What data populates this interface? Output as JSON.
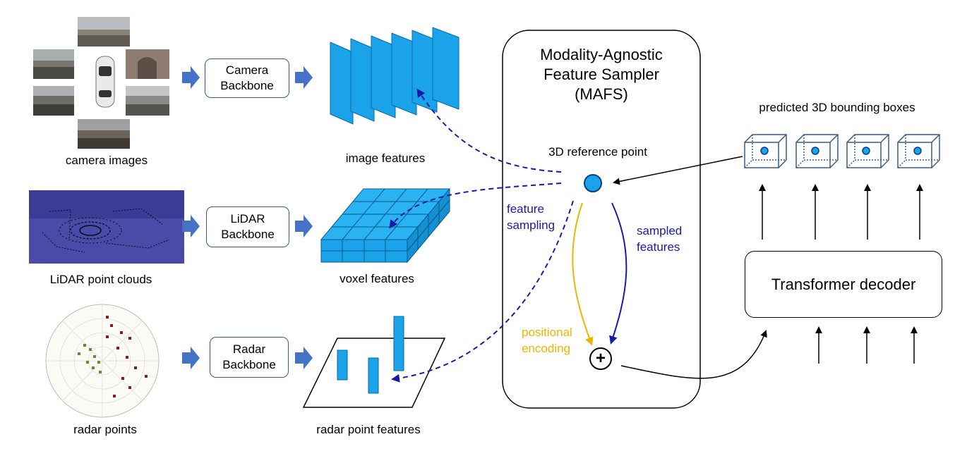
{
  "inputs": {
    "camera_label": "camera images",
    "lidar_label": "LiDAR point clouds",
    "radar_label": "radar points"
  },
  "backbones": {
    "camera": [
      "Camera",
      "Backbone"
    ],
    "lidar": [
      "LiDAR",
      "Backbone"
    ],
    "radar": [
      "Radar",
      "Backbone"
    ]
  },
  "features": {
    "image_label": "image features",
    "voxel_label": "voxel features",
    "radar_label": "radar point features"
  },
  "mafs": {
    "title_lines": [
      "Modality-Agnostic",
      "Feature Sampler",
      "(MAFS)"
    ],
    "reference_point_label": "3D reference point",
    "feature_sampling_label": [
      "feature",
      "sampling"
    ],
    "sampled_features_label": [
      "sampled",
      "features"
    ],
    "positional_encoding_label": [
      "positional",
      "encoding"
    ],
    "plus_symbol": "+"
  },
  "decoder": {
    "boxes_label": "predicted 3D bounding boxes",
    "decoder_label": "Transformer decoder"
  },
  "colors": {
    "block_blue": "#1aa3e8",
    "arrow_blue": "#4472c4",
    "dashed_blue": "#1a1aa8",
    "yellow": "#f0b400",
    "lidar_bg": "#4a4aa8"
  }
}
